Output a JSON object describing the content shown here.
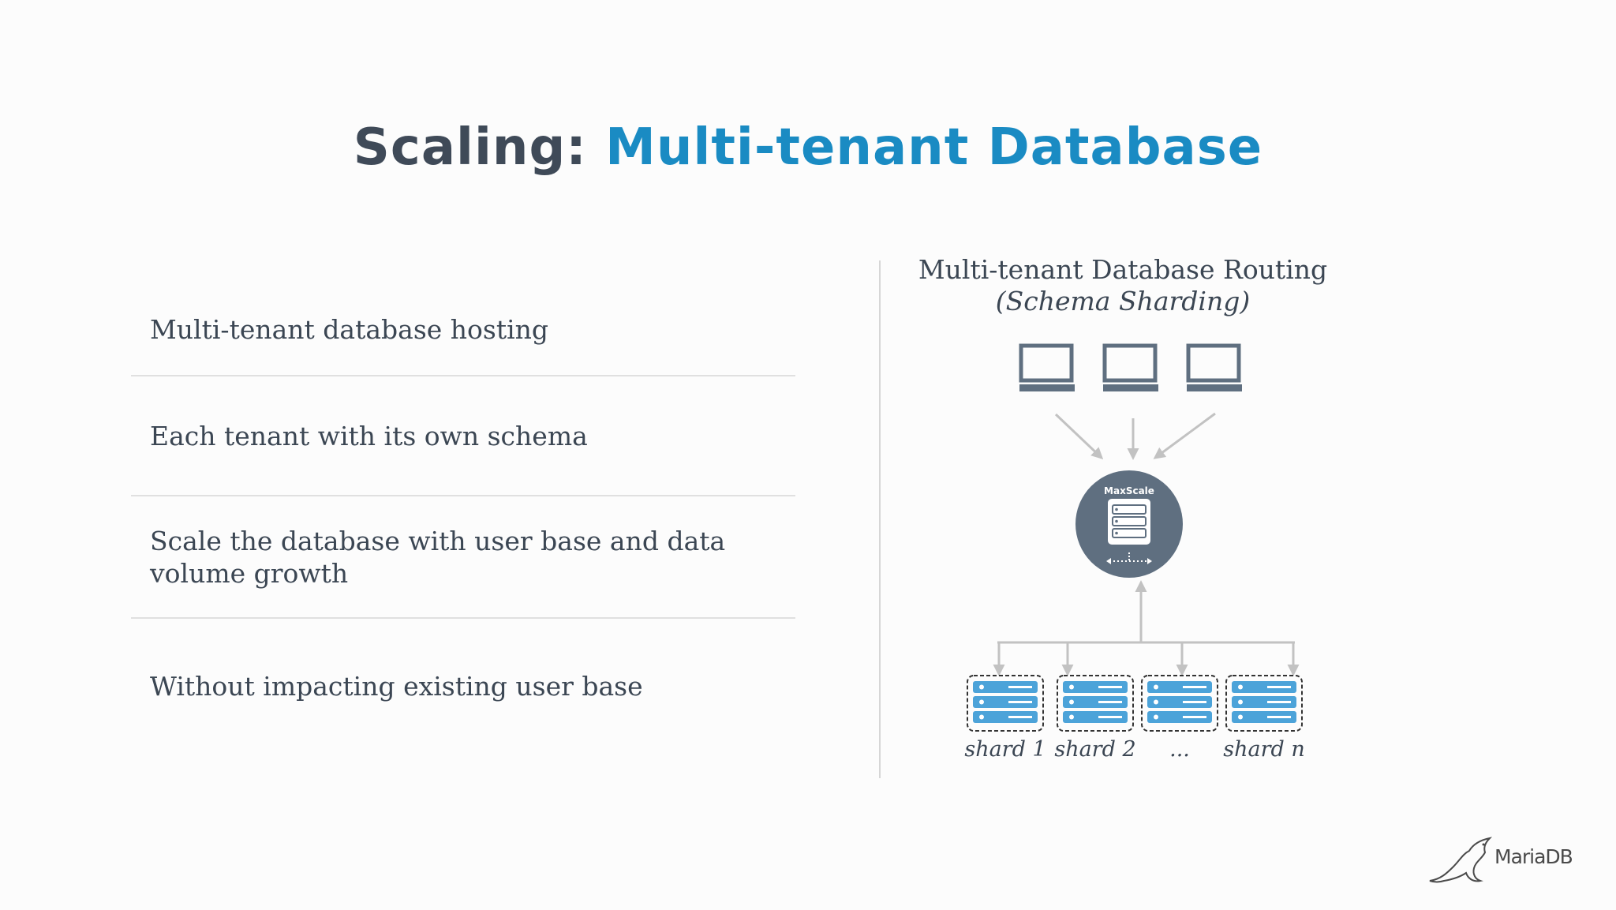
{
  "title": {
    "prefix": "Scaling:",
    "accent": "Multi-tenant Database"
  },
  "bullets": [
    "Multi-tenant database hosting",
    "Each tenant with its own schema",
    "Scale the database with user base and data volume growth",
    "Without impacting existing user base"
  ],
  "diagram": {
    "title": "Multi-tenant Database Routing",
    "subtitle": "(Schema Sharding)",
    "router_label": "MaxScale",
    "shards": [
      "shard 1",
      "shard 2",
      "...",
      "shard n"
    ]
  },
  "logo": {
    "text": "MariaDB"
  },
  "colors": {
    "title_dark": "#3f4a58",
    "title_accent": "#1a8bc3",
    "router": "#5f6f80",
    "shard_blue": "#4ca3d9",
    "arrow": "#c2c2c2"
  }
}
